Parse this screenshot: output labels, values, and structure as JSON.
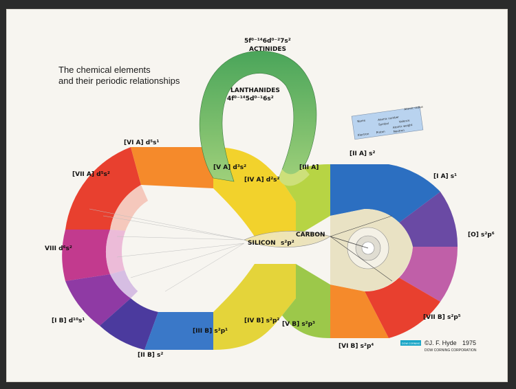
{
  "title": {
    "line1": "The chemical elements",
    "line2": "and their periodic relationships"
  },
  "groups": {
    "actinides": "ACTINIDES",
    "actinides_config": "5f⁰⁻¹⁴6d⁰⁻²7s²",
    "lanthanides": "LANTHANIDES",
    "lanthanides_config": "4f⁰⁻¹⁴5d⁰⁻¹6s²",
    "g_VIA": "[VI A] d⁵s¹",
    "g_VIIA": "[VII A] d⁵s²",
    "g_VA": "[V A] d³s²",
    "g_IVA": "[IV A] d²s²",
    "g_IIIA": "[III A]",
    "g_IIA": "[II A] s²",
    "g_IA": "[I A] s¹",
    "g_O": "[O] s²p⁶",
    "g_VIII": "VIII d⁶s²",
    "g_IB": "[I B] d¹⁰s¹",
    "g_IIB": "[II B] s²",
    "g_IIIB": "[III B] s²p¹",
    "g_IVB": "[IV B] s²p²",
    "g_VB": "[V B] s²p³",
    "g_VIB": "[VI B] s²p⁴",
    "g_VIIB": "[VII B] s²p⁵",
    "silicon": "SILICON",
    "carbon": "CARBON",
    "s2p2": "s²p²"
  },
  "legend": {
    "name": "Name",
    "atomic_radius": "Atomic radius",
    "atomic_number": "Atomic number",
    "symbol": "Symbol",
    "valence": "Valence",
    "atomic_weight": "Atomic weight",
    "electron": "Electron",
    "proton": "Proton",
    "neutron": "Neutron"
  },
  "credit": {
    "author": "©J. F. Hyde",
    "year": "1975",
    "company": "DOW CORNING CORPORATION",
    "logo_text": "DOW CORNING"
  },
  "colors": {
    "paper": "#f7f5f0",
    "red": "#e8402f",
    "orange": "#f58a2b",
    "yellow": "#f2d22c",
    "yellow_green": "#c7d63a",
    "green": "#5fb35d",
    "teal": "#2aa5a0",
    "blue": "#2c6fc1",
    "purple": "#6a4aa4",
    "magenta": "#c23a8e",
    "logo": "#1aa6c7"
  }
}
